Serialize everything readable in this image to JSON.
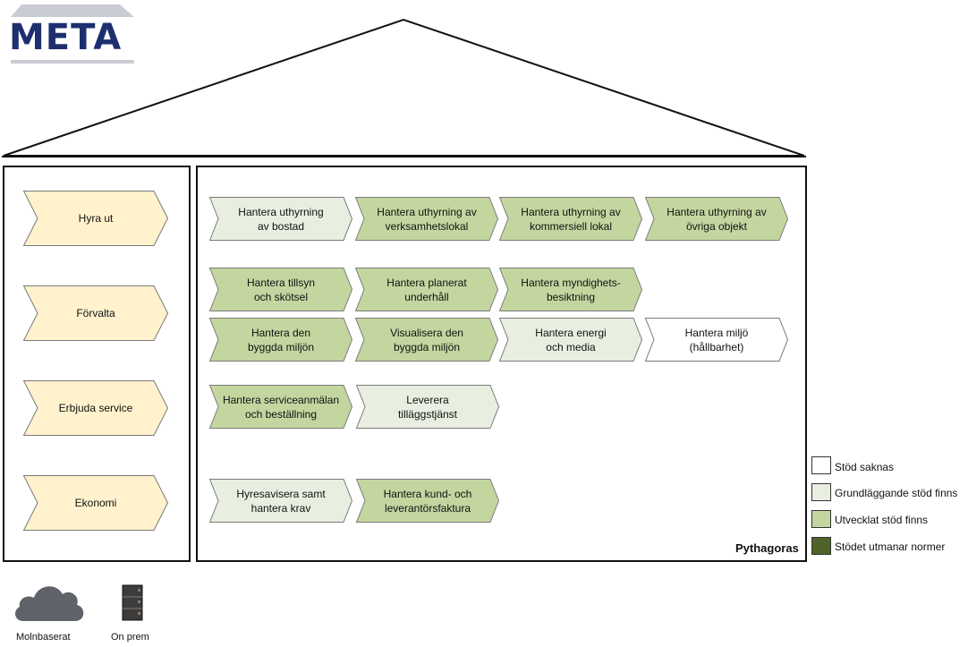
{
  "logo": {
    "text": "META",
    "color": "#1d2f6f"
  },
  "processes": [
    {
      "label": "Hyra ut"
    },
    {
      "label": "Förvalta"
    },
    {
      "label": "Erbjuda service"
    },
    {
      "label": "Ekonomi"
    }
  ],
  "system_name": "Pythagoras",
  "capabilities": [
    {
      "label": "Hantera uthyrning\nav bostad",
      "status": "grundlaggande"
    },
    {
      "label": "Hantera uthyrning av\nverksamhetslokal",
      "status": "utvecklat"
    },
    {
      "label": "Hantera uthyrning av\nkommersiell lokal",
      "status": "utvecklat"
    },
    {
      "label": "Hantera uthyrning av\növriga objekt",
      "status": "utvecklat"
    },
    {
      "label": "Hantera tillsyn\noch skötsel",
      "status": "utvecklat"
    },
    {
      "label": "Hantera planerat\nunderhåll",
      "status": "utvecklat"
    },
    {
      "label": "Hantera myndighets-\nbesiktning",
      "status": "utvecklat"
    },
    {
      "label": "Hantera den\nbyggda miljön",
      "status": "utvecklat"
    },
    {
      "label": "Visualisera den\nbyggda miljön",
      "status": "utvecklat"
    },
    {
      "label": "Hantera energi\noch media",
      "status": "grundlaggande"
    },
    {
      "label": "Hantera miljö\n(hållbarhet)",
      "status": "saknas"
    },
    {
      "label": "Hantera serviceanmälan\noch beställning",
      "status": "utvecklat"
    },
    {
      "label": "Leverera\ntilläggstjänst",
      "status": "grundlaggande"
    },
    {
      "label": "Hyresavisera samt\nhantera krav",
      "status": "grundlaggande"
    },
    {
      "label": "Hantera kund- och\nleverantörsfaktura",
      "status": "utvecklat"
    }
  ],
  "legend": [
    {
      "key": "saknas",
      "label": "Stöd saknas",
      "color": "#ffffff"
    },
    {
      "key": "grundlaggande",
      "label": "Grundläggande stöd finns",
      "color": "#e8efe0"
    },
    {
      "key": "utvecklat",
      "label": "Utvecklat stöd finns",
      "color": "#c4d6a0"
    },
    {
      "key": "utmanar",
      "label": "Stödet utmanar normer",
      "color": "#4f6228"
    }
  ],
  "process_color": "#fff2cc",
  "deployment_icons": [
    {
      "label": "Molnbaserat",
      "icon": "cloud-icon"
    },
    {
      "label": "On prem",
      "icon": "server-icon"
    }
  ]
}
